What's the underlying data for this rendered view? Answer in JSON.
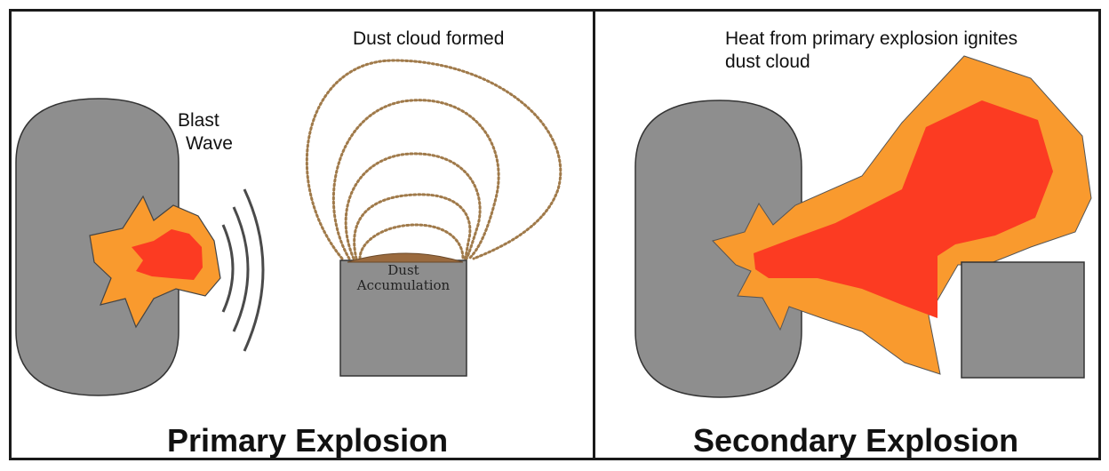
{
  "primary": {
    "title": "Primary Explosion",
    "blast_label_line1": "Blast",
    "blast_label_line2": "Wave",
    "dust_cloud_label": "Dust cloud formed",
    "dust_label_line1": "Dust",
    "dust_label_line2": "Accumulation"
  },
  "secondary": {
    "title": "Secondary Explosion",
    "heat_label_line1": "Heat from primary explosion ignites",
    "heat_label_line2": "dust cloud"
  },
  "colors": {
    "vessel_gray": "#8e8e8e",
    "outline": "#333333",
    "fire_orange": "#f99a2e",
    "fire_red": "#fc3b22",
    "dust_brown": "#a07a4a"
  }
}
